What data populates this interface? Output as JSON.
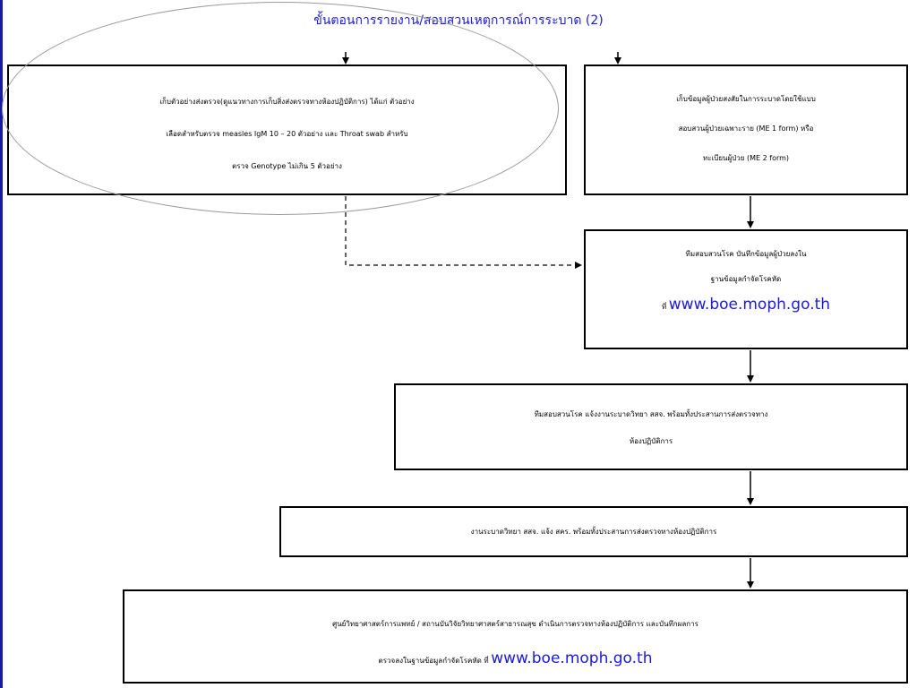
{
  "title": "ขั้นตอนการรายงาน/สอบสวนเหตุการณ์การระบาด (2)",
  "boxes": {
    "specimen": {
      "line1": "เก็บตัวอย่างส่งตรวจ(ดูแนวทางการเก็บสิ่งส่งตรวจทางห้องปฏิบัติการ) ได้แก่ ตัวอย่าง",
      "line2": "เลือดสำหรับตรวจ measles IgM 10 – 20 ตัวอย่าง และ Throat swab สำหรับ",
      "line3": "ตรวจ Genotype ไม่เกิน 5 ตัวอย่าง"
    },
    "patient_data": {
      "line1": "เก็บข้อมูลผู้ป่วยสงสัยในการระบาดโดยใช้แบบ",
      "line2": "สอบสวนผู้ป่วยเฉพาะราย (ME 1 form) หรือ",
      "line3": "ทะเบียนผู้ป่วย (ME 2 form)"
    },
    "record_database": {
      "line1": "ทีมสอบสวนโรค บันทึกข้อมูลผู้ป่วยลงใน",
      "line2": "ฐานข้อมูลกำจัดโรคหัด",
      "line3_prefix": "ที่",
      "link": "www.boe.moph.go.th"
    },
    "notify_epidemiology": {
      "line1": "ทีมสอบสวนโรค แจ้งงานระบาดวิทยา สสจ. พร้อมทั้งประสานการส่งตรวจทาง",
      "line2": "ห้องปฏิบัติการ"
    },
    "notify_dcd": {
      "line1": "งานระบาดวิทยา สสจ. แจ้ง สคร. พร้อมทั้งประสานการส่งตรวจทางห้องปฏิบัติการ"
    },
    "lab_results": {
      "line1": "ศูนย์วิทยาศาสตร์การแพทย์ / สถานบันวิจัยวิทยาศาสตร์สาธารณสุข ดำเนินการตรวจทางห้องปฏิบัติการ และบันทึกผลการ",
      "line2_prefix": "ตรวจลงในฐานข้อมูลกำจัดโรคหัด ที่",
      "link": "www.boe.moph.go.th"
    }
  },
  "colors": {
    "title": "#1a1ad8",
    "link": "#1a1ad8",
    "box_border": "#000000",
    "highlight_ellipse": "#9a9a9a"
  }
}
